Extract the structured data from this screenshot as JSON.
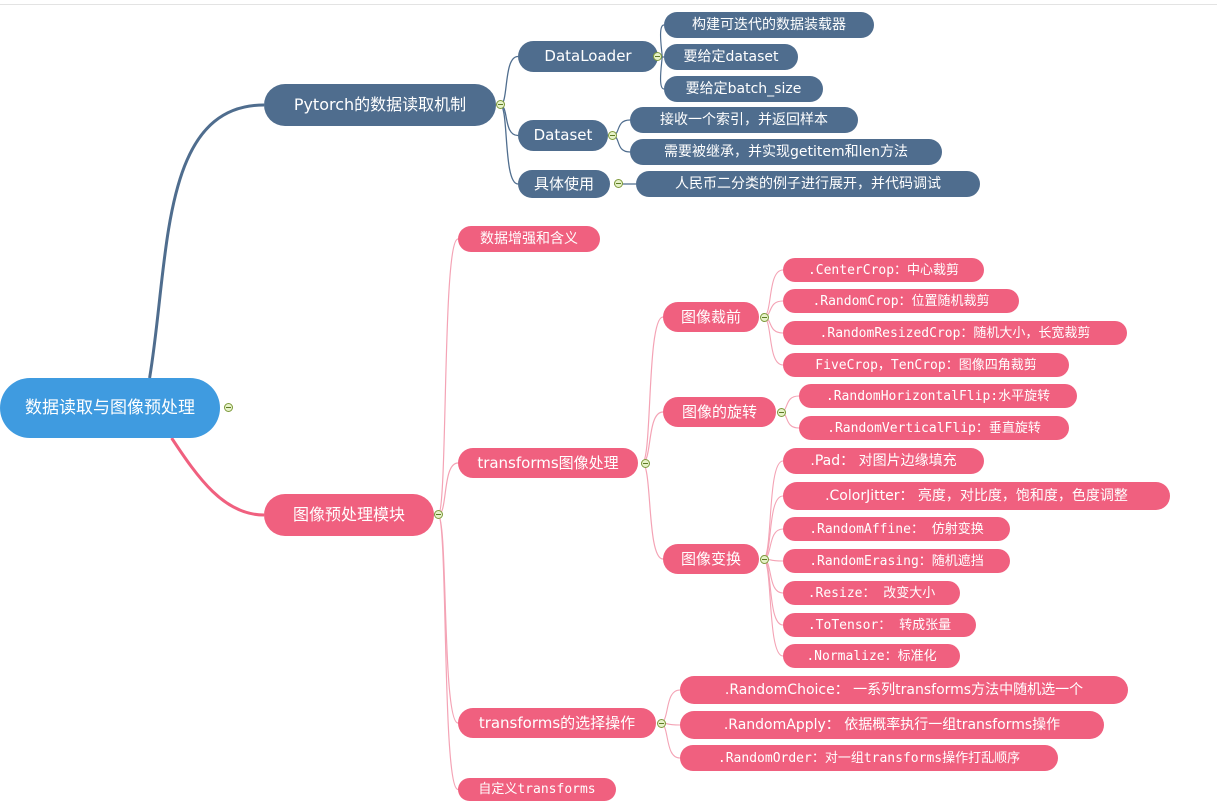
{
  "colors": {
    "root": "#3f9be0",
    "blue": "#4f6d8e",
    "pink": "#f0607f",
    "pink_line": "#f4a3b5",
    "blue_line": "#4f6d8e"
  },
  "root": {
    "label": "数据读取与图像预处理"
  },
  "b1": {
    "label": "Pytorch的数据读取机制",
    "dataloader": {
      "label": "DataLoader",
      "items": [
        "构建可迭代的数据装载器",
        "要给定dataset",
        "要给定batch_size"
      ]
    },
    "dataset": {
      "label": "Dataset",
      "items": [
        "接收一个索引，并返回样本",
        "需要被继承，并实现getitem和len方法"
      ]
    },
    "usage": {
      "label": "具体使用",
      "items": [
        "人民币二分类的例子进行展开，并代码调试"
      ]
    }
  },
  "b2": {
    "label": "图像预处理模块",
    "aug": {
      "label": "数据增强和含义"
    },
    "transforms": {
      "label": "transforms图像处理",
      "crop": {
        "label": "图像裁前",
        "items": [
          ".CenterCrop：中心裁剪",
          ".RandomCrop：位置随机裁剪",
          ".RandomResizedCrop：随机大小，长宽裁剪",
          "FiveCrop，TenCrop：图像四角裁剪"
        ]
      },
      "rotate": {
        "label": "图像的旋转",
        "items": [
          ".RandomHorizontalFlip:水平旋转",
          ".RandomVerticalFlip：垂直旋转"
        ]
      },
      "transform": {
        "label": "图像变换",
        "items": [
          ".Pad： 对图片边缘填充",
          ".ColorJitter： 亮度，对比度，饱和度，色度调整",
          ".RandomAffine： 仿射变换",
          ".RandomErasing：随机遮挡",
          ".Resize： 改变大小",
          ".ToTensor： 转成张量",
          ".Normalize：标准化"
        ]
      }
    },
    "select": {
      "label": "transforms的选择操作",
      "items": [
        ".RandomChoice： 一系列transforms方法中随机选一个",
        ".RandomApply： 依据概率执行一组transforms操作",
        ".RandomOrder：对一组transforms操作打乱顺序"
      ]
    },
    "custom": {
      "label": "自定义transforms"
    }
  }
}
